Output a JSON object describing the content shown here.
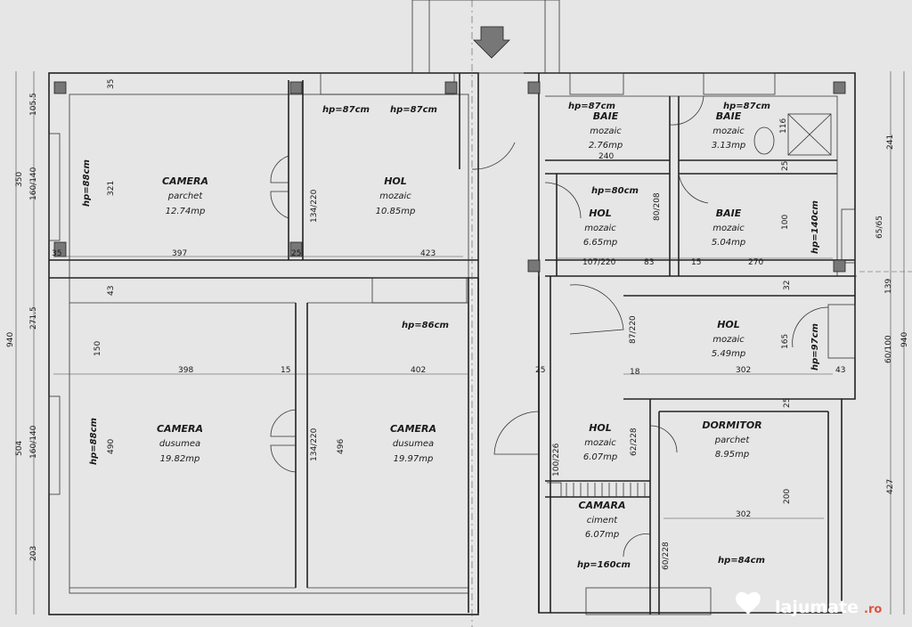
{
  "plan": {
    "rooms": [
      {
        "name": "CAMERA",
        "floor": "parchet",
        "area": "12.74mp"
      },
      {
        "name": "HOL",
        "floor": "mozaic",
        "area": "10.85mp"
      },
      {
        "name": "BAIE",
        "floor": "mozaic",
        "area": "2.76mp"
      },
      {
        "name": "BAIE",
        "floor": "mozaic",
        "area": "3.13mp"
      },
      {
        "name": "HOL",
        "floor": "mozaic",
        "area": "6.65mp"
      },
      {
        "name": "BAIE",
        "floor": "mozaic",
        "area": "5.04mp"
      },
      {
        "name": "HOL",
        "floor": "mozaic",
        "area": "5.49mp"
      },
      {
        "name": "CAMERA",
        "floor": "dusumea",
        "area": "19.82mp"
      },
      {
        "name": "CAMERA",
        "floor": "dusumea",
        "area": "19.97mp"
      },
      {
        "name": "HOL",
        "floor": "mozaic",
        "area": "6.07mp"
      },
      {
        "name": "DORMITOR",
        "floor": "parchet",
        "area": "8.95mp"
      },
      {
        "name": "CAMARA",
        "floor": "ciment",
        "area": "6.07mp"
      }
    ],
    "window_heights": [
      "hp=87cm",
      "hp=87cm",
      "hp=87cm",
      "hp=87cm",
      "hp=88cm",
      "hp=80cm",
      "hp=140cm",
      "hp=86cm",
      "hp=97cm",
      "hp=88cm",
      "hp=160cm",
      "hp=84cm"
    ],
    "dimensions": [
      "105.5",
      "35",
      "321",
      "35",
      "397",
      "25",
      "423",
      "134/220",
      "43",
      "150",
      "398",
      "15",
      "402",
      "25",
      "490",
      "134/220",
      "496",
      "240",
      "116",
      "25",
      "80/208",
      "100",
      "107/220",
      "83",
      "15",
      "270",
      "32",
      "87/220",
      "18",
      "302",
      "165",
      "25",
      "100/226",
      "62/228",
      "200",
      "302",
      "60/228",
      "350",
      "160/140",
      "271.5",
      "940",
      "504",
      "160/140",
      "203",
      "241",
      "65/65",
      "139",
      "60/100",
      "940",
      "427",
      "43"
    ],
    "watermark": {
      "brand": "lajumate",
      "tld": ".ro"
    }
  }
}
